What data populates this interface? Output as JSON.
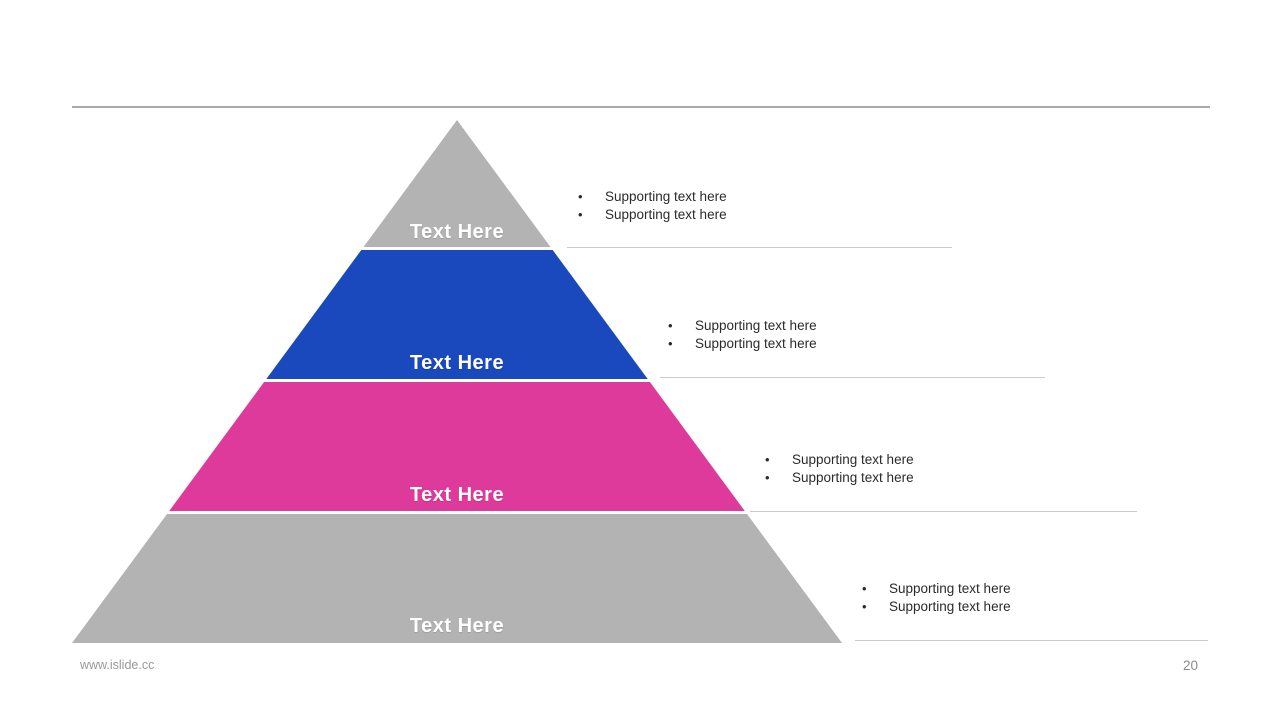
{
  "slide": {
    "footer": {
      "website": "www.islide.cc",
      "page_number": "20"
    }
  },
  "ui": {
    "bullet_char": "•"
  },
  "pyramid": {
    "type": "pyramid-diagram-4-levels",
    "levels": [
      {
        "label": "Text Here",
        "color": "#b3b3b3"
      },
      {
        "label": "Text Here",
        "color": "#1a49be"
      },
      {
        "label": "Text Here",
        "color": "#dd3a9c"
      },
      {
        "label": "Text Here",
        "color": "#b3b3b3"
      }
    ]
  },
  "annotations": [
    {
      "bullets": [
        "Supporting text here",
        "Supporting text here"
      ]
    },
    {
      "bullets": [
        "Supporting text here",
        "Supporting text here"
      ]
    },
    {
      "bullets": [
        "Supporting text here",
        "Supporting text here"
      ]
    },
    {
      "bullets": [
        "Supporting text here",
        "Supporting text here"
      ]
    }
  ]
}
